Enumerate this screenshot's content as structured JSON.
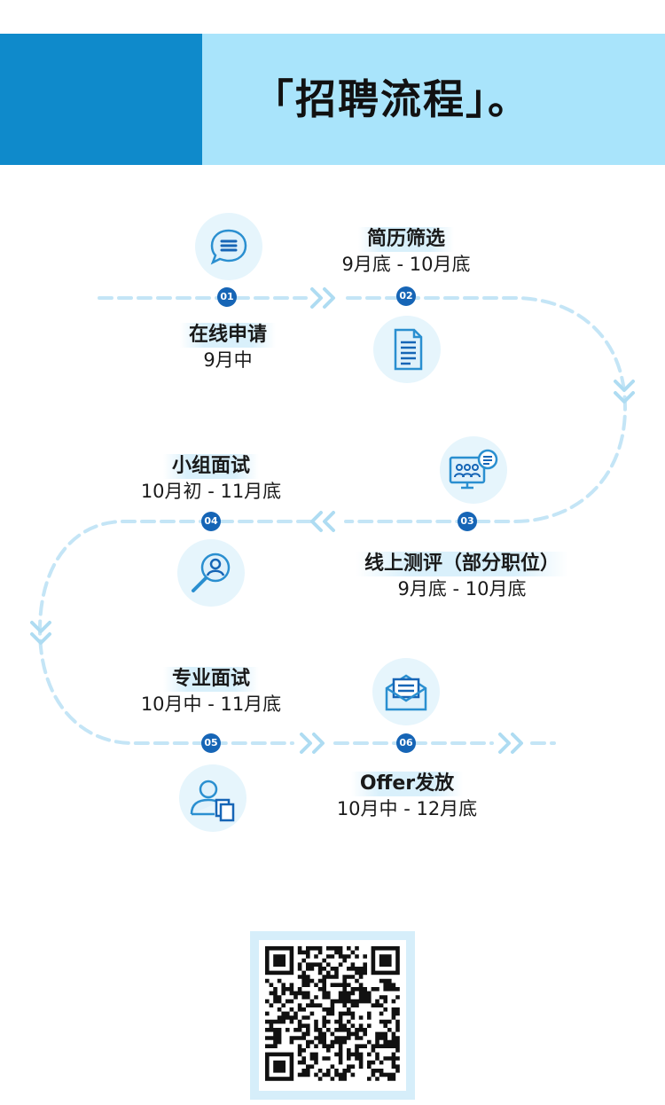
{
  "header": {
    "title": "「招聘流程」。"
  },
  "steps": [
    {
      "num": "01",
      "name": "在线申请",
      "time": "9月中",
      "icon": "chat-bubble-icon"
    },
    {
      "num": "02",
      "name": "简历筛选",
      "time": "9月底 - 10月底",
      "icon": "document-icon"
    },
    {
      "num": "03",
      "name": "线上测评（部分职位）",
      "time": "9月底 - 10月底",
      "icon": "video-meeting-icon"
    },
    {
      "num": "04",
      "name": "小组面试",
      "time": "10月初 - 11月底",
      "icon": "person-search-icon"
    },
    {
      "num": "05",
      "name": "专业面试",
      "time": "10月中 - 11月底",
      "icon": "person-document-icon"
    },
    {
      "num": "06",
      "name": "Offer发放",
      "time": "10月中 - 12月底",
      "icon": "envelope-icon"
    }
  ],
  "colors": {
    "accent_dark": "#0f8acb",
    "accent_light": "#a9e4fb",
    "badge": "#1665b6",
    "path": "#bfe3f5",
    "icon": "#2a8fd0"
  },
  "qr": {
    "icon": "qr-code-icon"
  }
}
